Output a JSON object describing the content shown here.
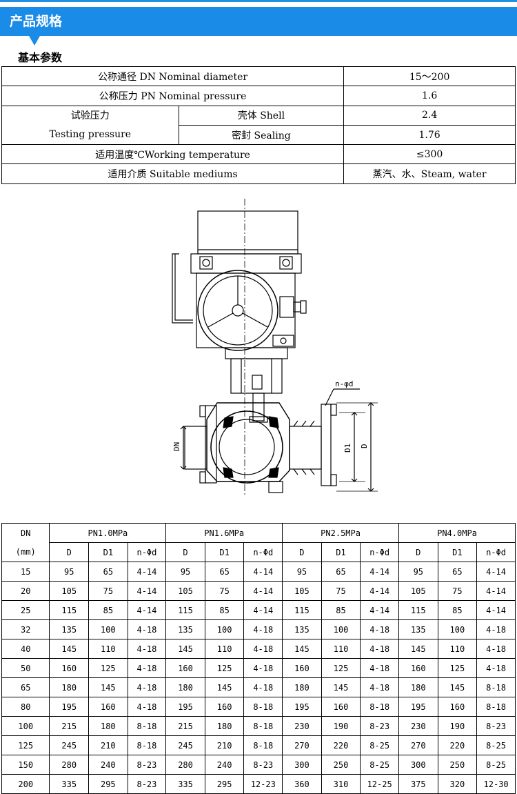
{
  "header": {
    "title": "产品规格",
    "accent_color": "#1a8be6"
  },
  "section": {
    "title": "基本参数"
  },
  "basic_params": {
    "nominal_diameter_label": "公称通径 DN Nominal diameter",
    "nominal_diameter_value": "15～200",
    "nominal_pressure_label": "公称压力 PN Nominal pressure",
    "nominal_pressure_value": "1.6",
    "testing_pressure_label_cn": "试验压力",
    "testing_pressure_label_en": "Testing pressure",
    "shell_label": "壳体 Shell",
    "shell_value": "2.4",
    "sealing_label": "密封 Sealing",
    "sealing_value": "1.76",
    "working_temp_label": "适用温度℃Working temperature",
    "working_temp_value": "≤300",
    "mediums_label": "适用介质  Suitable mediums",
    "mediums_value": "蒸汽、水、Steam, water"
  },
  "drawing": {
    "label_n_phi_d": "n-φd",
    "label_dn": "DN",
    "label_d1": "D1",
    "label_d": "D"
  },
  "spec_table": {
    "dn_header": "DN",
    "dn_unit": "(mm)",
    "groups": [
      "PN1.0MPa",
      "PN1.6MPa",
      "PN2.5MPa",
      "PN4.0MPa"
    ],
    "sub_headers": [
      "D",
      "D1",
      "n-Φd"
    ],
    "rows": [
      [
        "15",
        "95",
        "65",
        "4-14",
        "95",
        "65",
        "4-14",
        "95",
        "65",
        "4-14",
        "95",
        "65",
        "4-14"
      ],
      [
        "20",
        "105",
        "75",
        "4-14",
        "105",
        "75",
        "4-14",
        "105",
        "75",
        "4-14",
        "105",
        "75",
        "4-14"
      ],
      [
        "25",
        "115",
        "85",
        "4-14",
        "115",
        "85",
        "4-14",
        "115",
        "85",
        "4-14",
        "115",
        "85",
        "4-14"
      ],
      [
        "32",
        "135",
        "100",
        "4-18",
        "135",
        "100",
        "4-18",
        "135",
        "100",
        "4-18",
        "135",
        "100",
        "4-18"
      ],
      [
        "40",
        "145",
        "110",
        "4-18",
        "145",
        "110",
        "4-18",
        "145",
        "110",
        "4-18",
        "145",
        "110",
        "4-18"
      ],
      [
        "50",
        "160",
        "125",
        "4-18",
        "160",
        "125",
        "4-18",
        "160",
        "125",
        "4-18",
        "160",
        "125",
        "4-18"
      ],
      [
        "65",
        "180",
        "145",
        "4-18",
        "180",
        "145",
        "4-18",
        "180",
        "145",
        "4-18",
        "180",
        "145",
        "8-18"
      ],
      [
        "80",
        "195",
        "160",
        "4-18",
        "195",
        "160",
        "8-18",
        "195",
        "160",
        "8-18",
        "195",
        "160",
        "8-18"
      ],
      [
        "100",
        "215",
        "180",
        "8-18",
        "215",
        "180",
        "8-18",
        "230",
        "190",
        "8-23",
        "230",
        "190",
        "8-23"
      ],
      [
        "125",
        "245",
        "210",
        "8-18",
        "245",
        "210",
        "8-18",
        "270",
        "220",
        "8-25",
        "270",
        "220",
        "8-25"
      ],
      [
        "150",
        "280",
        "240",
        "8-23",
        "280",
        "240",
        "8-23",
        "300",
        "250",
        "8-25",
        "300",
        "250",
        "8-25"
      ],
      [
        "200",
        "335",
        "295",
        "8-23",
        "335",
        "295",
        "12-23",
        "360",
        "310",
        "12-25",
        "375",
        "320",
        "12-30"
      ]
    ]
  }
}
